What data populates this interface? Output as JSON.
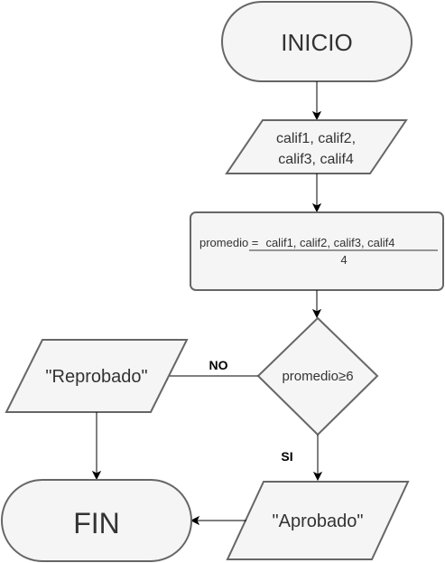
{
  "nodes": {
    "inicio": "INICIO",
    "input_line1": "calif1, calif2,",
    "input_line2": "calif3, calif4",
    "process_lhs": "promedio =",
    "process_numerator": "calif1, calif2, calif3, calif4",
    "process_denominator": "4",
    "decision": "promedio≥6",
    "reprobado": "\"Reprobado\"",
    "aprobado": "\"Aprobado\"",
    "fin": "FIN"
  },
  "edges": {
    "no_label": "NO",
    "si_label": "SI"
  },
  "colors": {
    "node_fill": "#f5f5f5",
    "node_stroke": "#666666",
    "text": "#333333",
    "edge": "#000000"
  }
}
